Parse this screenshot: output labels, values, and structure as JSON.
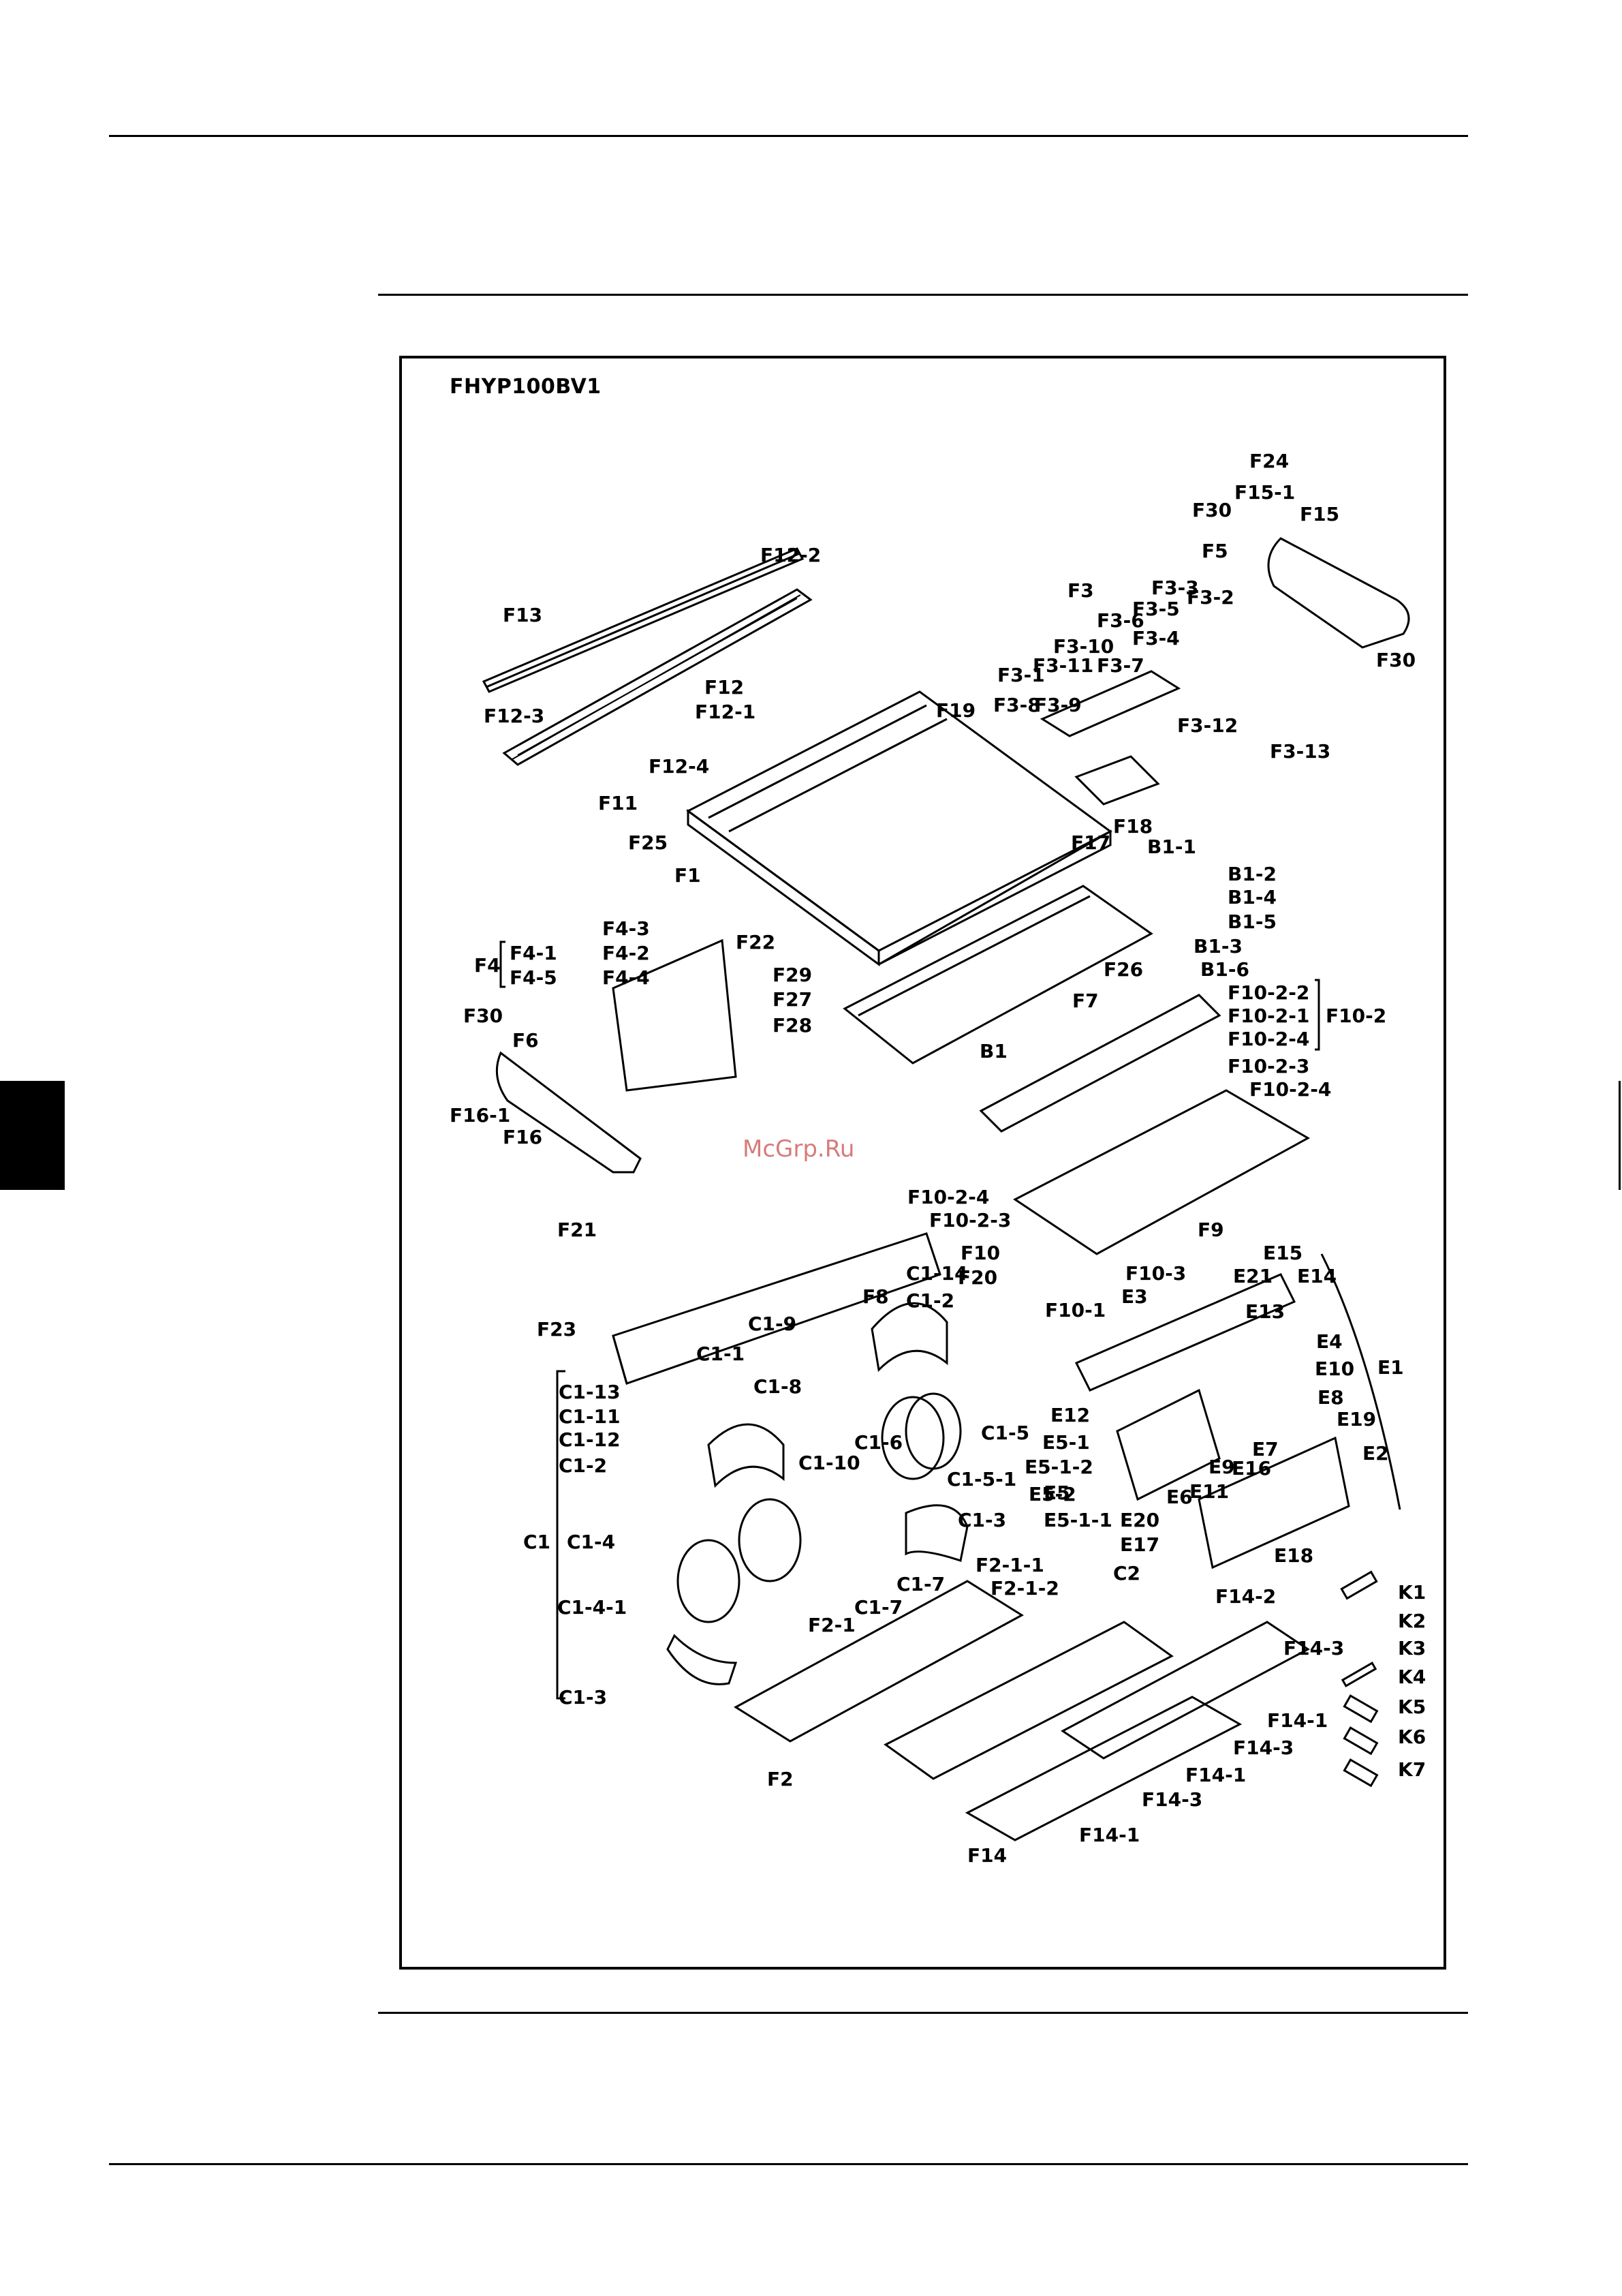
{
  "model": "FHYP100BV1",
  "watermark": "McGrp.Ru",
  "parts": [
    {
      "id": "f24",
      "text": "F24"
    },
    {
      "id": "f15_1",
      "text": "F15-1"
    },
    {
      "id": "f15",
      "text": "F15"
    },
    {
      "id": "f30_a",
      "text": "F30"
    },
    {
      "id": "f5",
      "text": "F5"
    },
    {
      "id": "f3_3",
      "text": "F3-3"
    },
    {
      "id": "f3_5",
      "text": "F3-5"
    },
    {
      "id": "f3_2",
      "text": "F3-2"
    },
    {
      "id": "f3",
      "text": "F3"
    },
    {
      "id": "f3_6",
      "text": "F3-6"
    },
    {
      "id": "f3_4",
      "text": "F3-4"
    },
    {
      "id": "f3_10",
      "text": "F3-10"
    },
    {
      "id": "f3_7",
      "text": "F3-7"
    },
    {
      "id": "f3_11",
      "text": "F3-11"
    },
    {
      "id": "f3_1",
      "text": "F3-1"
    },
    {
      "id": "f30_b",
      "text": "F30"
    },
    {
      "id": "f12_2",
      "text": "F12-2"
    },
    {
      "id": "f13",
      "text": "F13"
    },
    {
      "id": "f12",
      "text": "F12"
    },
    {
      "id": "f12_1",
      "text": "F12-1"
    },
    {
      "id": "f12_3",
      "text": "F12-3"
    },
    {
      "id": "f3_8",
      "text": "F3-8"
    },
    {
      "id": "f3_9",
      "text": "F3-9"
    },
    {
      "id": "f19",
      "text": "F19"
    },
    {
      "id": "f3_12",
      "text": "F3-12"
    },
    {
      "id": "f3_13",
      "text": "F3-13"
    },
    {
      "id": "f12_4",
      "text": "F12-4"
    },
    {
      "id": "f11",
      "text": "F11"
    },
    {
      "id": "f18",
      "text": "F18"
    },
    {
      "id": "f25",
      "text": "F25"
    },
    {
      "id": "f17",
      "text": "F17"
    },
    {
      "id": "b1_1",
      "text": "B1-1"
    },
    {
      "id": "f1",
      "text": "F1"
    },
    {
      "id": "b1_2",
      "text": "B1-2"
    },
    {
      "id": "b1_4",
      "text": "B1-4"
    },
    {
      "id": "b1_5",
      "text": "B1-5"
    },
    {
      "id": "f4_3",
      "text": "F4-3"
    },
    {
      "id": "f22",
      "text": "F22"
    },
    {
      "id": "f4_2",
      "text": "F4-2"
    },
    {
      "id": "f4_1",
      "text": "F4-1"
    },
    {
      "id": "b1_3",
      "text": "B1-3"
    },
    {
      "id": "f4",
      "text": "F4"
    },
    {
      "id": "f4_5",
      "text": "F4-5"
    },
    {
      "id": "f4_4",
      "text": "F4-4"
    },
    {
      "id": "f26",
      "text": "F26"
    },
    {
      "id": "b1_6",
      "text": "B1-6"
    },
    {
      "id": "f29",
      "text": "F29"
    },
    {
      "id": "f27",
      "text": "F27"
    },
    {
      "id": "f7",
      "text": "F7"
    },
    {
      "id": "f10_2_2",
      "text": "F10-2-2"
    },
    {
      "id": "f30_c",
      "text": "F30"
    },
    {
      "id": "f10_2_1",
      "text": "F10-2-1"
    },
    {
      "id": "f10_2",
      "text": "F10-2"
    },
    {
      "id": "f6",
      "text": "F6"
    },
    {
      "id": "f28",
      "text": "F28"
    },
    {
      "id": "f10_2_4_a",
      "text": "F10-2-4"
    },
    {
      "id": "b1",
      "text": "B1"
    },
    {
      "id": "f10_2_3_a",
      "text": "F10-2-3"
    },
    {
      "id": "f10_2_4_b",
      "text": "F10-2-4"
    },
    {
      "id": "f16_1",
      "text": "F16-1"
    },
    {
      "id": "f16",
      "text": "F16"
    },
    {
      "id": "f10_2_4_c",
      "text": "F10-2-4"
    },
    {
      "id": "f10_2_3_b",
      "text": "F10-2-3"
    },
    {
      "id": "f9",
      "text": "F9"
    },
    {
      "id": "f21",
      "text": "F21"
    },
    {
      "id": "c1_14",
      "text": "C1-14"
    },
    {
      "id": "f10",
      "text": "F10"
    },
    {
      "id": "f20",
      "text": "F20"
    },
    {
      "id": "f10_3",
      "text": "F10-3"
    },
    {
      "id": "e15",
      "text": "E15"
    },
    {
      "id": "e21",
      "text": "E21"
    },
    {
      "id": "e14",
      "text": "E14"
    },
    {
      "id": "f8",
      "text": "F8"
    },
    {
      "id": "c1_2_a",
      "text": "C1-2"
    },
    {
      "id": "e3",
      "text": "E3"
    },
    {
      "id": "f10_1",
      "text": "F10-1"
    },
    {
      "id": "e13",
      "text": "E13"
    },
    {
      "id": "f23",
      "text": "F23"
    },
    {
      "id": "c1_9",
      "text": "C1-9"
    },
    {
      "id": "c1_1",
      "text": "C1-1"
    },
    {
      "id": "e4",
      "text": "E4"
    },
    {
      "id": "e1",
      "text": "E1"
    },
    {
      "id": "e10",
      "text": "E10"
    },
    {
      "id": "c1_13",
      "text": "C1-13"
    },
    {
      "id": "c1_8",
      "text": "C1-8"
    },
    {
      "id": "e8",
      "text": "E8"
    },
    {
      "id": "c1_11",
      "text": "C1-11"
    },
    {
      "id": "e12",
      "text": "E12"
    },
    {
      "id": "e19",
      "text": "E19"
    },
    {
      "id": "c1_12",
      "text": "C1-12"
    },
    {
      "id": "c1_6",
      "text": "C1-6"
    },
    {
      "id": "c1_5",
      "text": "C1-5"
    },
    {
      "id": "e5_1",
      "text": "E5-1"
    },
    {
      "id": "e7",
      "text": "E7"
    },
    {
      "id": "e2",
      "text": "E2"
    },
    {
      "id": "c1_2_b",
      "text": "C1-2"
    },
    {
      "id": "c1_10",
      "text": "C1-10"
    },
    {
      "id": "e5_1_2",
      "text": "E5-1-2"
    },
    {
      "id": "e9",
      "text": "E9"
    },
    {
      "id": "e16",
      "text": "E16"
    },
    {
      "id": "c1_5_1",
      "text": "C1-5-1"
    },
    {
      "id": "e5",
      "text": "E5"
    },
    {
      "id": "e5_2",
      "text": "E5-2"
    },
    {
      "id": "e11",
      "text": "E11"
    },
    {
      "id": "c1_3_a",
      "text": "C1-3"
    },
    {
      "id": "e6",
      "text": "E6"
    },
    {
      "id": "e20",
      "text": "E20"
    },
    {
      "id": "e5_1_1",
      "text": "E5-1-1"
    },
    {
      "id": "c1",
      "text": "C1"
    },
    {
      "id": "c1_4",
      "text": "C1-4"
    },
    {
      "id": "e17",
      "text": "E17"
    },
    {
      "id": "e18",
      "text": "E18"
    },
    {
      "id": "f2_1_1",
      "text": "F2-1-1"
    },
    {
      "id": "c2",
      "text": "C2"
    },
    {
      "id": "c1_7_a",
      "text": "C1-7"
    },
    {
      "id": "f2_1_2",
      "text": "F2-1-2"
    },
    {
      "id": "k1",
      "text": "K1"
    },
    {
      "id": "c1_4_1",
      "text": "C1-4-1"
    },
    {
      "id": "c1_7_b",
      "text": "C1-7"
    },
    {
      "id": "f14_2",
      "text": "F14-2"
    },
    {
      "id": "k2",
      "text": "K2"
    },
    {
      "id": "f2_1",
      "text": "F2-1"
    },
    {
      "id": "k3",
      "text": "K3"
    },
    {
      "id": "f14_3_a",
      "text": "F14-3"
    },
    {
      "id": "k4",
      "text": "K4"
    },
    {
      "id": "c1_3_b",
      "text": "C1-3"
    },
    {
      "id": "f14_1_a",
      "text": "F14-1"
    },
    {
      "id": "k5",
      "text": "K5"
    },
    {
      "id": "f14_3_b",
      "text": "F14-3"
    },
    {
      "id": "k6",
      "text": "K6"
    },
    {
      "id": "f14_1_b",
      "text": "F14-1"
    },
    {
      "id": "f2",
      "text": "F2"
    },
    {
      "id": "k7",
      "text": "K7"
    },
    {
      "id": "f14_3_c",
      "text": "F14-3"
    },
    {
      "id": "f14_1_c",
      "text": "F14-1"
    },
    {
      "id": "f14",
      "text": "F14"
    }
  ]
}
